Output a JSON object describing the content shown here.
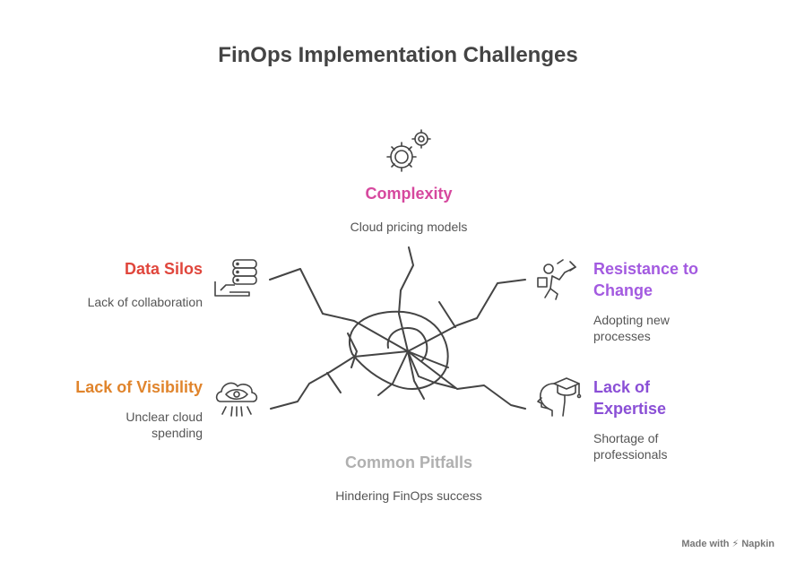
{
  "title": "FinOps Implementation Challenges",
  "center": {
    "label": "Common Pitfalls",
    "description": "Hindering FinOps success",
    "color": "#b0b0b0"
  },
  "items": [
    {
      "id": "complexity",
      "label": "Complexity",
      "description": "Cloud pricing models",
      "color": "#d6489e",
      "icon": "gears-icon"
    },
    {
      "id": "data-silos",
      "label": "Data Silos",
      "description": "Lack of collaboration",
      "color": "#e0463c",
      "icon": "database-hand-icon"
    },
    {
      "id": "resistance",
      "label": "Resistance to Change",
      "description": "Adopting new processes",
      "color": "#a35ae0",
      "icon": "person-running-icon"
    },
    {
      "id": "visibility",
      "label": "Lack of Visibility",
      "description": "Unclear cloud spending",
      "color": "#e0842c",
      "icon": "cloud-eye-icon"
    },
    {
      "id": "expertise",
      "label": "Lack of Expertise",
      "description": "Shortage of professionals",
      "color": "#8a4fd6",
      "icon": "head-graduation-icon"
    }
  ],
  "footer": "Made with ⚡ Napkin"
}
